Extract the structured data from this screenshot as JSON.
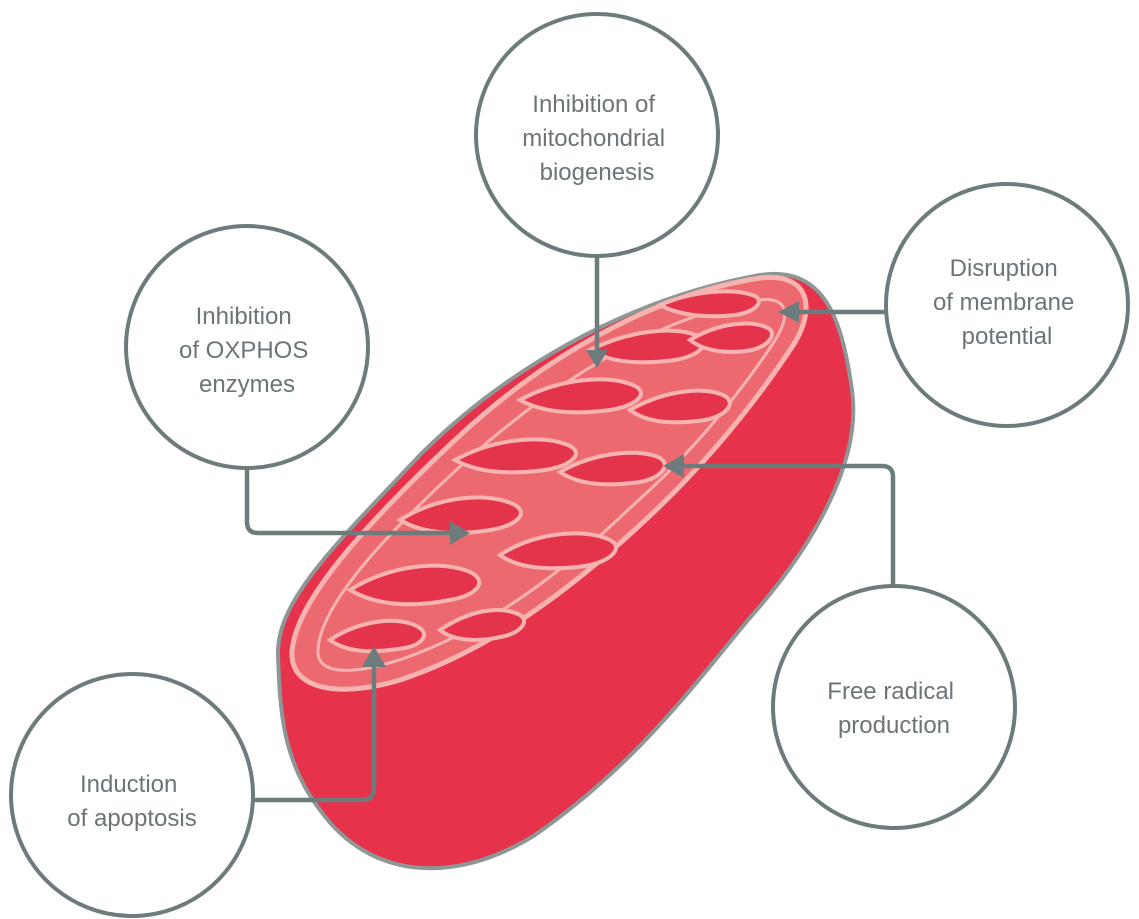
{
  "callouts": [
    {
      "id": "biogenesis",
      "lines": [
        "Inhibition of",
        "mitochondrial",
        "biogenesis"
      ]
    },
    {
      "id": "membrane",
      "lines": [
        "Disruption",
        "of membrane",
        "potential"
      ]
    },
    {
      "id": "oxphos",
      "lines": [
        "Inhibition",
        "of OXPHOS",
        "enzymes"
      ]
    },
    {
      "id": "radical",
      "lines": [
        "Free radical",
        "production"
      ]
    },
    {
      "id": "apoptosis",
      "lines": [
        "Induction",
        "of apoptosis"
      ]
    }
  ],
  "colors": {
    "outer_membrane": "#e6324b",
    "outer_rim": "#8e9696",
    "matrix": "#ec6a6f",
    "cristae_fill": "#e4344b",
    "membrane_highlight": "#f6b3b0",
    "connector": "#6e7b7c",
    "label_text": "#6b7578"
  }
}
